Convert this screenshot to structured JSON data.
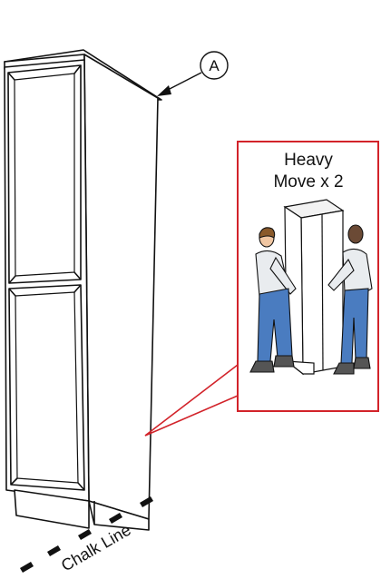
{
  "callout": {
    "marker": "A"
  },
  "inset": {
    "line1": "Heavy",
    "line2": "Move x 2",
    "border_color": "#d2232a"
  },
  "floor": {
    "label": "Chalk Line"
  },
  "colors": {
    "outline": "#111111",
    "shirt": "#e9ecef",
    "pants": "#4a7cc0",
    "hair_left": "#8a5a2b",
    "skin_left": "#f1c7a3",
    "skin_right": "#6b4a35"
  }
}
